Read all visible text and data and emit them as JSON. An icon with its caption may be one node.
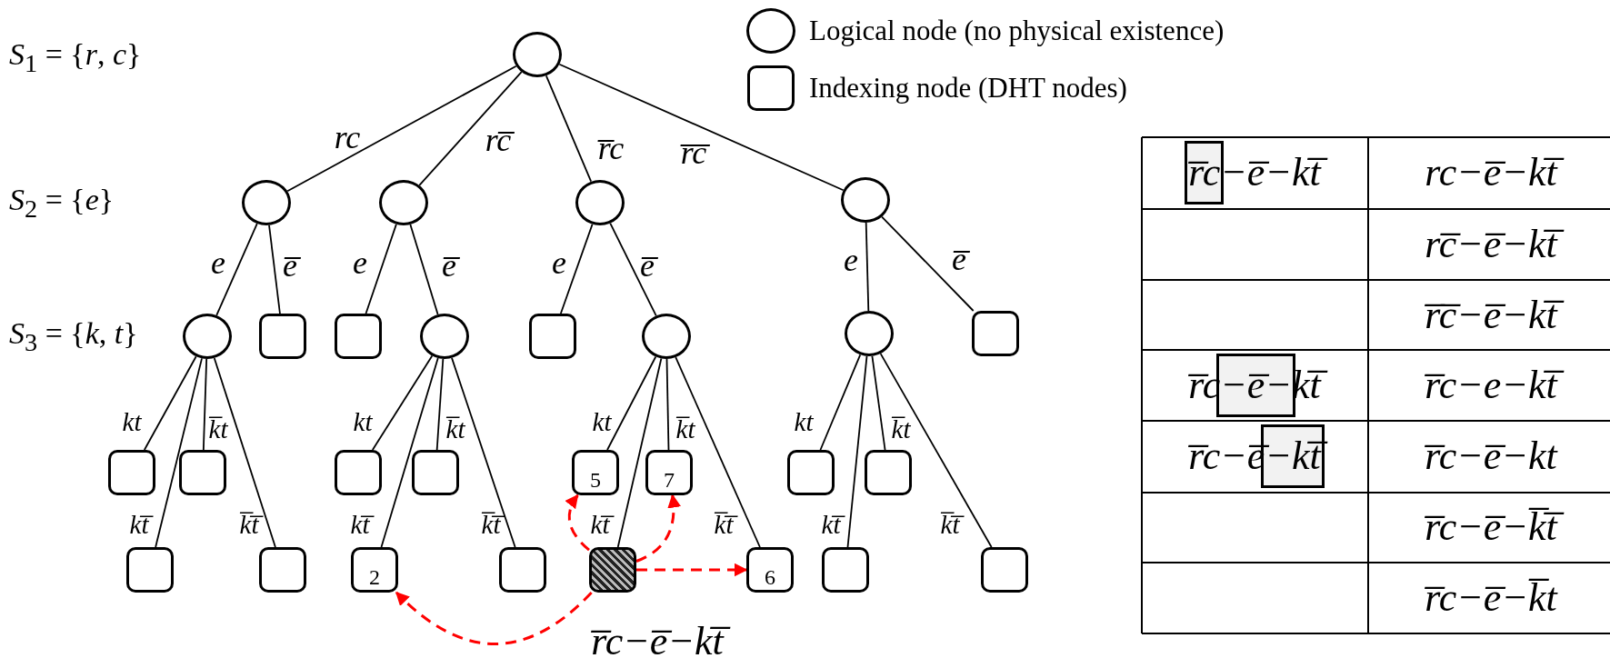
{
  "diagram": {
    "nodes": [
      {
        "text": [],
        "shape": "circle"
      },
      {
        "text": [],
        "shape": "circle"
      },
      {
        "text": [],
        "shape": "circle"
      },
      {
        "text": [],
        "shape": "circle"
      },
      {
        "text": [],
        "shape": "circle"
      },
      {
        "text": [],
        "shape": "circle"
      },
      {
        "text": [],
        "shape": "box"
      },
      {
        "text": [],
        "shape": "box"
      },
      {
        "text": [],
        "shape": "circle"
      },
      {
        "text": [],
        "shape": "box"
      },
      {
        "text": [],
        "shape": "circle"
      },
      {
        "text": [],
        "shape": "circle"
      },
      {
        "text": [],
        "shape": "box"
      },
      {
        "text": [],
        "shape": "box"
      },
      {
        "text": [],
        "shape": "box"
      },
      {
        "text": [],
        "shape": "box"
      },
      {
        "text": [],
        "shape": "box"
      },
      {
        "text": [
          "5"
        ]
      },
      {
        "text": [
          "7"
        ]
      },
      {
        "text": [],
        "shape": "box"
      },
      {
        "text": [],
        "shape": "box"
      },
      {
        "text": [],
        "shape": "box"
      },
      {
        "text": [],
        "shape": "box"
      },
      {
        "text": [
          "2"
        ]
      },
      {
        "text": [],
        "shape": "box"
      },
      {
        "text": [],
        "shape": "box"
      },
      {
        "text": [
          "6"
        ]
      },
      {
        "text": [],
        "shape": "box"
      },
      {
        "text": [],
        "shape": "box"
      }
    ],
    "edges": [
      {
        "from": 0,
        "to": 1,
        "arrow": "none",
        "label": "rc"
      },
      {
        "from": 0,
        "to": 2,
        "arrow": "none",
        "label": "rc̅"
      },
      {
        "from": 0,
        "to": 3,
        "arrow": "none",
        "label": "r̅c"
      },
      {
        "from": 0,
        "to": 4,
        "arrow": "none",
        "label": "r̅c̅"
      },
      {
        "from": 1,
        "to": 5,
        "arrow": "none",
        "label": "e"
      },
      {
        "from": 1,
        "to": 6,
        "arrow": "none",
        "label": "e̅"
      },
      {
        "from": 2,
        "to": 7,
        "arrow": "none",
        "label": "e"
      },
      {
        "from": 2,
        "to": 8,
        "arrow": "none",
        "label": "e̅"
      },
      {
        "from": 3,
        "to": 9,
        "arrow": "none",
        "label": "e"
      },
      {
        "from": 3,
        "to": 10,
        "arrow": "none",
        "label": "e̅"
      },
      {
        "from": 4,
        "to": 11,
        "arrow": "none",
        "label": "e"
      },
      {
        "from": 4,
        "to": 12,
        "arrow": "none",
        "label": "e̅"
      },
      {
        "from": 5,
        "to": 13,
        "arrow": "none",
        "label": "kt"
      },
      {
        "from": 5,
        "to": 14,
        "arrow": "none",
        "label": "k̅t"
      },
      {
        "from": 5,
        "to": 21,
        "arrow": "none",
        "label": "kt̅"
      },
      {
        "from": 5,
        "to": 22,
        "arrow": "none",
        "label": "k̅t̅"
      },
      {
        "from": 8,
        "to": 15,
        "arrow": "none",
        "label": "kt"
      },
      {
        "from": 8,
        "to": 16,
        "arrow": "none",
        "label": "k̅t"
      },
      {
        "from": 8,
        "to": 23,
        "arrow": "none",
        "label": "kt̅"
      },
      {
        "from": 8,
        "to": 24,
        "arrow": "none",
        "label": "k̅t̅"
      },
      {
        "from": 10,
        "to": 17,
        "arrow": "none",
        "label": "kt"
      },
      {
        "from": 10,
        "to": 18,
        "arrow": "none",
        "label": "k̅t"
      },
      {
        "from": 10,
        "to": 25,
        "arrow": "none",
        "label": "kt̅"
      },
      {
        "from": 10,
        "to": 26,
        "arrow": "none",
        "label": "k̅t̅"
      },
      {
        "from": 11,
        "to": 19,
        "arrow": "none",
        "label": "kt"
      },
      {
        "from": 11,
        "to": 20,
        "arrow": "none",
        "label": "k̅t"
      },
      {
        "from": 11,
        "to": 27,
        "arrow": "none",
        "label": "kt̅"
      },
      {
        "from": 11,
        "to": 28,
        "arrow": "none",
        "label": "k̅t̅"
      },
      {
        "from": 25,
        "to": 17,
        "arrow": "to",
        "style": "dashed",
        "color": "#ff0000"
      },
      {
        "from": 25,
        "to": 18,
        "arrow": "to",
        "style": "dashed",
        "color": "#ff0000"
      },
      {
        "from": 25,
        "to": 26,
        "arrow": "to",
        "style": "dashed",
        "color": "#ff0000"
      },
      {
        "from": 25,
        "to": 23,
        "arrow": "to",
        "style": "dashed",
        "color": "#ff0000",
        "label": "r̅c−e̅−kt̅"
      }
    ],
    "labels": [
      "*S*$_{1}$ = {*r*, *c*}",
      "*S*$_{2}$ = {*e*}",
      "*S*$_{3}$ = {*k*, *t*}",
      "r̅c−e̅−kt̅",
      "rc−e̅−kt̅",
      "rc̅−e̅−kt̅",
      "r̅c̅−e̅−kt̅",
      "r̅c−e̅−kt̅",
      "r̅c−e−kt̅",
      "r̅c−e̅−kt̅",
      "r̅c−e̅−kt",
      "r̅c−e̅−k̅t̅",
      "r̅c−e̅−k̅t"
    ],
    "legend": [
      {
        "text": "Logical node (no physical existence)"
      },
      {
        "text": "Indexing node (DHT nodes)"
      }
    ]
  }
}
